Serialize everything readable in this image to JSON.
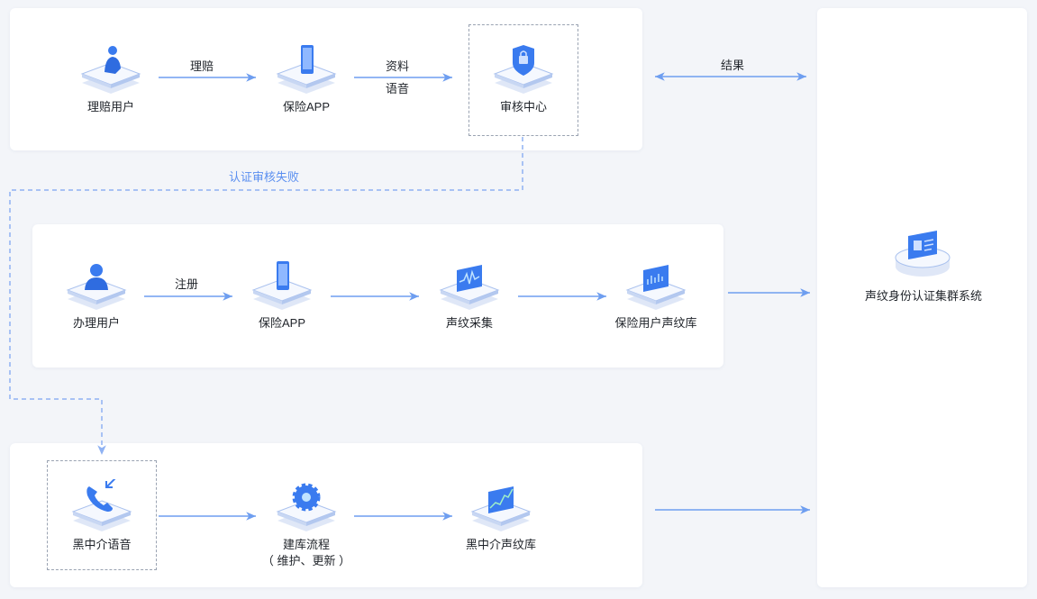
{
  "row1": {
    "claim_user": "理赔用户",
    "edge_claim": "理赔",
    "app": "保险APP",
    "edge_data_1": "资料",
    "edge_data_2": "语音",
    "audit_center": "审核中心",
    "edge_result": "结果"
  },
  "fail_label": "认证审核失败",
  "row2": {
    "register_user": "办理用户",
    "edge_register": "注册",
    "app": "保险APP",
    "voice_collect": "声纹采集",
    "user_voice_db": "保险用户声纹库"
  },
  "row3": {
    "agent_voice": "黑中介语音",
    "build_process": "建库流程",
    "build_process_sub": "（ 维护、更新 ）",
    "agent_voice_db": "黑中介声纹库"
  },
  "system": {
    "label": "声纹身份认证集群系统"
  },
  "colors": {
    "arrow": "#6e9ef0",
    "dash": "#8fb2f3",
    "icon_blue": "#3a7bef"
  }
}
